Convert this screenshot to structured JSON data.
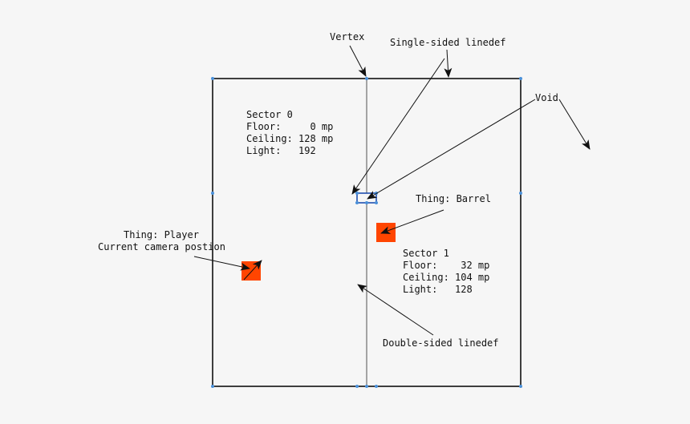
{
  "labels": {
    "vertex": "Vertex",
    "single_sided": "Single-sided linedef",
    "void": "Void",
    "barrel": "Thing: Barrel",
    "player_line1": "Thing: Player",
    "player_line2": "Current camera postion",
    "double_sided": "Double-sided linedef"
  },
  "sector0": {
    "title": "Sector 0",
    "floor": "Floor:     0 mp",
    "ceiling": "Ceiling: 128 mp",
    "light": "Light:   192"
  },
  "sector1": {
    "title": "Sector 1",
    "floor": "Floor:    32 mp",
    "ceiling": "Ceiling: 104 mp",
    "light": "Light:   128"
  },
  "colors": {
    "background": "#f6f6f6",
    "wall": "#111111",
    "inner_line": "#888888",
    "vertex": "#4a90d9",
    "thing": "#ff4500",
    "highlight": "#1f4fb0"
  }
}
